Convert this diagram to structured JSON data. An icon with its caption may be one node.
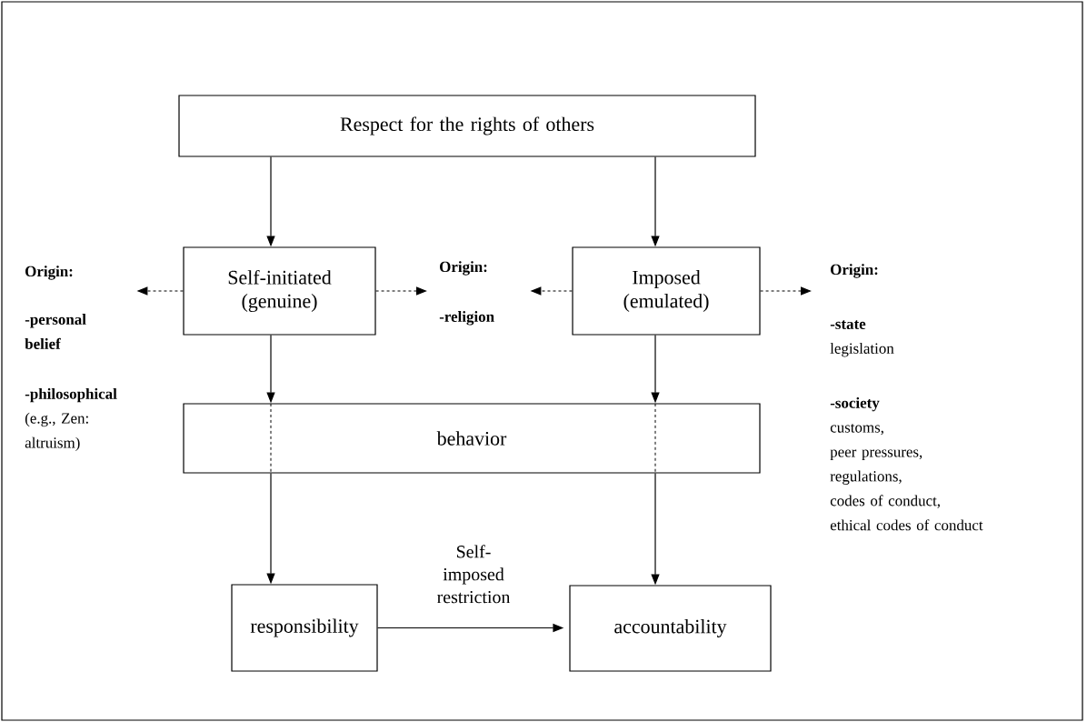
{
  "diagram": {
    "nodes": [
      {
        "text": [
          "Respect for the rights of others"
        ]
      },
      {
        "text": [
          "Origin:",
          "-personal belief",
          "**-philosophical** (e.g., Zen: altruism)"
        ]
      },
      {
        "text": [
          "Self-initiated (genuine)"
        ]
      },
      {
        "text": [
          "**Origin**:",
          "-religion"
        ]
      },
      {
        "text": [
          "Imposed (emulated)"
        ]
      },
      {
        "text": [
          "**Origin**:",
          "**-state** legislation",
          "-society",
          "customs,",
          "peer pressures,",
          "regulations,",
          "codes of conduct,",
          "ethical codes of conduct"
        ]
      },
      {
        "text": [
          "behavior"
        ]
      },
      {
        "text": [
          "responsibility"
        ]
      },
      {
        "text": [
          "accountability"
        ]
      }
    ],
    "edges": [
      {
        "from": 0,
        "to": 2,
        "arrow": "to"
      },
      {
        "from": 0,
        "to": 4,
        "arrow": "to"
      },
      {
        "from": 2,
        "to": 1,
        "arrow": "to",
        "style": "dashed"
      },
      {
        "from": 2,
        "to": 3,
        "arrow": "to",
        "style": "dashed"
      },
      {
        "from": 4,
        "to": 3,
        "arrow": "to",
        "style": "dashed"
      },
      {
        "from": 4,
        "to": 5,
        "arrow": "to",
        "style": "dashed"
      },
      {
        "from": 2,
        "to": 6,
        "arrow": "to"
      },
      {
        "from": 4,
        "to": 6,
        "arrow": "to"
      },
      {
        "from": 6,
        "to": 7,
        "arrow": "to"
      },
      {
        "from": 6,
        "to": 8,
        "arrow": "to"
      },
      {
        "from": 7,
        "to": 8,
        "arrow": "to",
        "label": "Self- imposed restriction"
      }
    ]
  }
}
